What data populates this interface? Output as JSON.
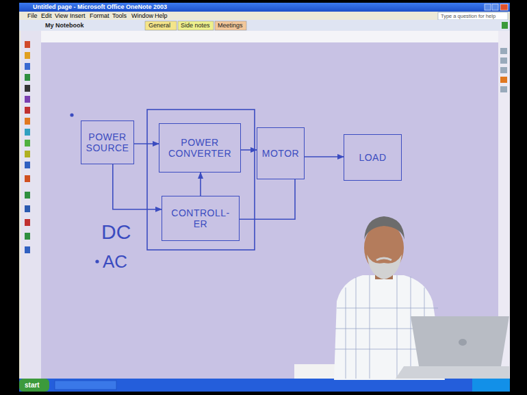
{
  "diagram": {
    "nodes": [
      {
        "text": [
          "POWER SOURCE"
        ]
      },
      {
        "text": [
          "POWER CONVERTER"
        ]
      },
      {
        "text": [
          "MOTOR"
        ]
      },
      {
        "text": [
          "LOAD"
        ]
      },
      {
        "text": [
          "CONTROLL- ER"
        ]
      }
    ],
    "edges": [
      {
        "from": 0,
        "to": 1,
        "arrow": "to"
      },
      {
        "from": 1,
        "to": 2,
        "arrow": "to"
      },
      {
        "from": 2,
        "to": 3,
        "arrow": "to"
      },
      {
        "from": 4,
        "to": 1,
        "arrow": "to"
      },
      {
        "from": 0,
        "to": 4,
        "arrow": "to"
      },
      {
        "from": 2,
        "to": 4,
        "arrow": "none"
      }
    ],
    "labels": [
      "Untitled page - Microsoft Office OneNote 2003",
      "File",
      "Edit",
      "View",
      "Insert",
      "Format",
      "Tools",
      "Window",
      "Help",
      "My Notebook",
      "General",
      "Side notes",
      "Meetings",
      "Type a question for help",
      "DC",
      "AC",
      "start"
    ]
  }
}
